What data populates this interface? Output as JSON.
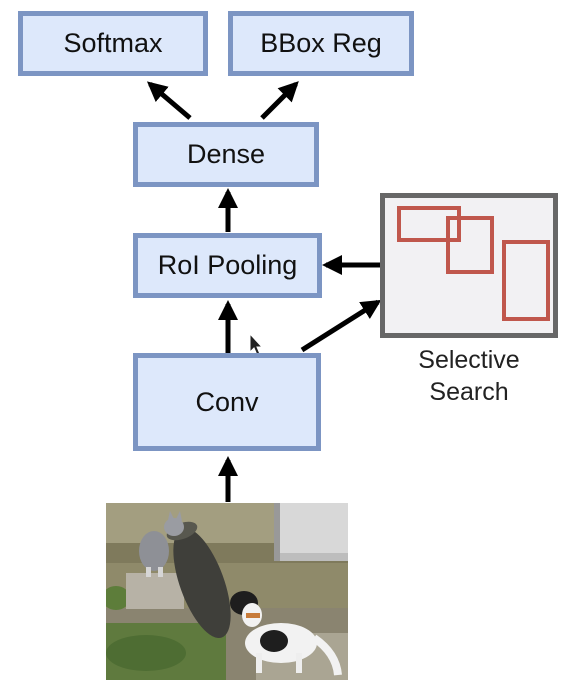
{
  "nodes": {
    "softmax": "Softmax",
    "bbox_reg": "BBox Reg",
    "dense": "Dense",
    "roi_pooling": "RoI Pooling",
    "conv": "Conv"
  },
  "selective_search": {
    "label_line1": "Selective",
    "label_line2": "Search"
  },
  "colors": {
    "box_fill": "#dde8fb",
    "box_border": "#7c95c3",
    "arrow": "#000000",
    "region_box": "#c0574c",
    "panel_border": "#676767"
  }
}
